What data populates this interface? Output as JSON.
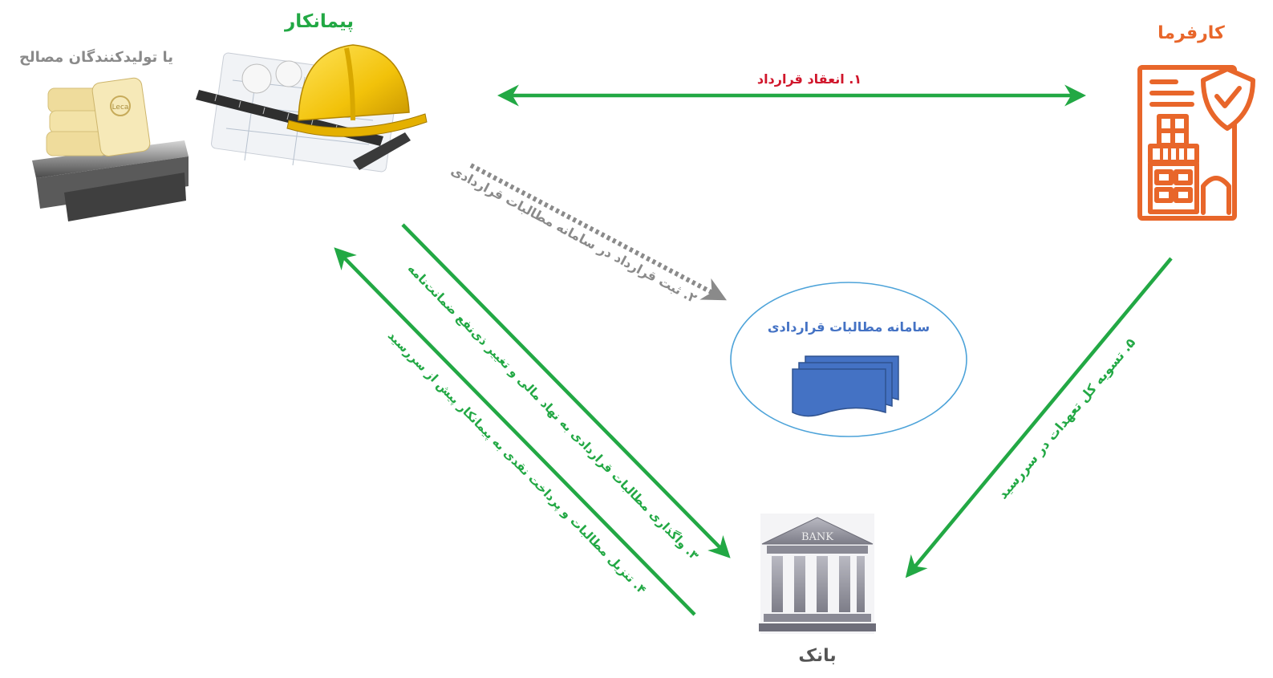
{
  "actors": {
    "contractor": "پیمانکار",
    "suppliers": "یا تولیدکنندگان مصالح",
    "employer": "کارفرما",
    "bank": "بانک",
    "system": "سامانه مطالبات قراردادی"
  },
  "steps": {
    "s1": "۱. انعقاد قرارداد",
    "s2": "۲. ثبت قرارداد در سامانه مطالبات قراردادی",
    "s3": "۳. واگذاری مطالبات قراردادی به نهاد مالی و تغییر ذی‌نفع ضمانت‌نامه",
    "s4": "۴. تنزیل مطالبات و پرداخت نقدی به پیمانکار پیش از سررسید",
    "s5": "۵. تسویه کل تعهدات در سررسید"
  },
  "icons": {
    "bank_sign": "BANK",
    "bags_brand": "Leca"
  },
  "colors": {
    "green": "#22a844",
    "red": "#d0162b",
    "orange": "#e8662a",
    "gray": "#8a8a8a",
    "blue": "#4472c4",
    "ellipse": "#4da3d9"
  }
}
